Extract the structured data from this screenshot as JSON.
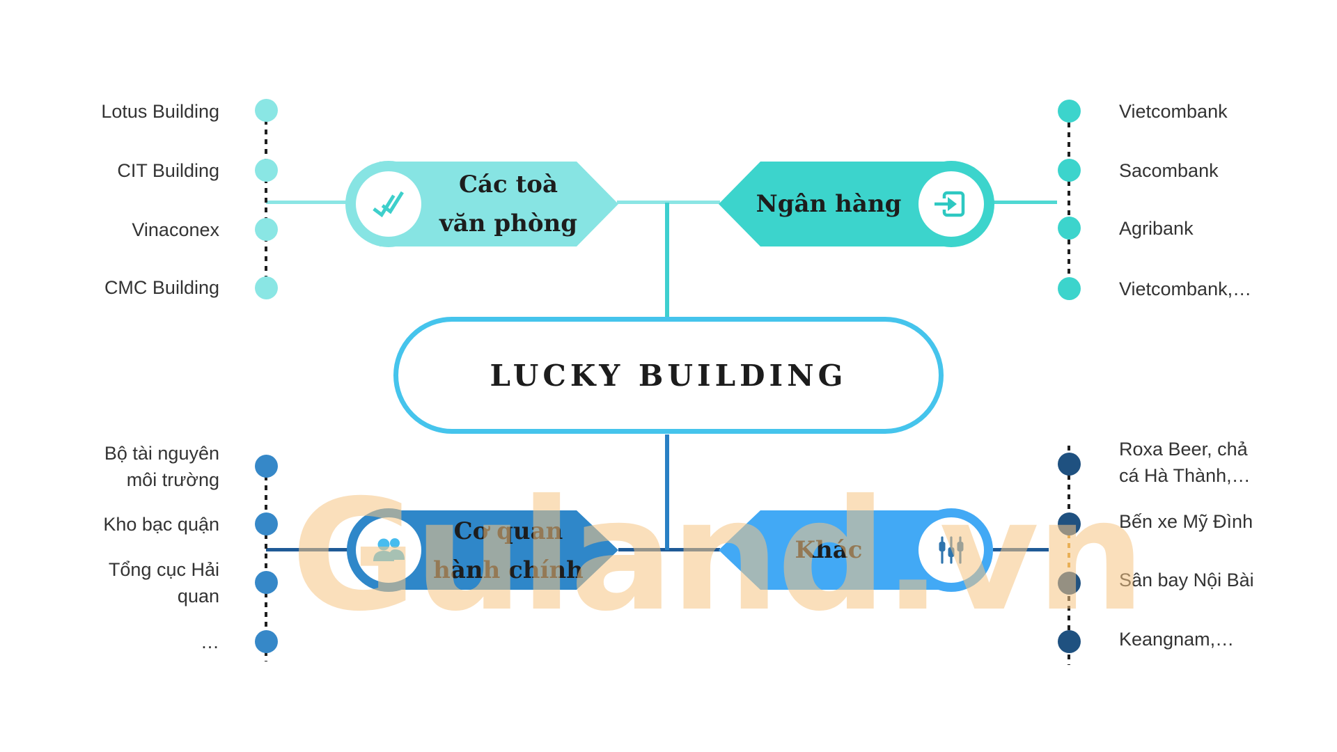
{
  "watermark": "Guland.vn",
  "center": {
    "title": "LUCKY BUILDING"
  },
  "nodes": {
    "offices": {
      "lines": [
        "Các toà",
        "văn phòng"
      ],
      "icon": "double-check-icon"
    },
    "banks": {
      "lines": [
        "Ngân hàng"
      ],
      "icon": "arrow-into-box-icon"
    },
    "admin": {
      "lines": [
        "Cơ quan",
        "hành chính"
      ],
      "icon": "people-icon"
    },
    "other": {
      "lines": [
        "Khác"
      ],
      "icon": "sliders-icon"
    }
  },
  "lists": {
    "offices": [
      "Lotus Building",
      "CIT Building",
      "Vinaconex",
      "CMC Building"
    ],
    "banks": [
      "Vietcombank",
      "Sacombank",
      "Agribank",
      "Vietcombank,…"
    ],
    "admin": [
      "Bộ tài nguyên môi trường",
      "Kho bạc quận",
      "Tổng cục Hải quan",
      "…"
    ],
    "other": [
      "Roxa Beer, chả cá Hà Thành,…",
      "Bến xe Mỹ Đình",
      "Sân bay Nội Bài",
      "Keangnam,…"
    ]
  },
  "colors": {
    "offices_fill": "#87E4E3",
    "banks_fill": "#3CD4CC",
    "admin_fill": "#2F87C9",
    "other_fill": "#42A9F5",
    "center_border": "#45C4EC",
    "top_connector": "#8BE5E4",
    "top_vertical": "#3ECFCF",
    "bottom_connector": "#1F5A96",
    "bottom_vertical": "#2980C4",
    "dot_offices": "#8AE6E4",
    "dot_banks": "#3CD4CC",
    "dot_admin": "#3688C8",
    "dot_other": "#1F5180",
    "dashed_orange_segment": "#D9941F",
    "watermark_tint": "#F6C583"
  }
}
